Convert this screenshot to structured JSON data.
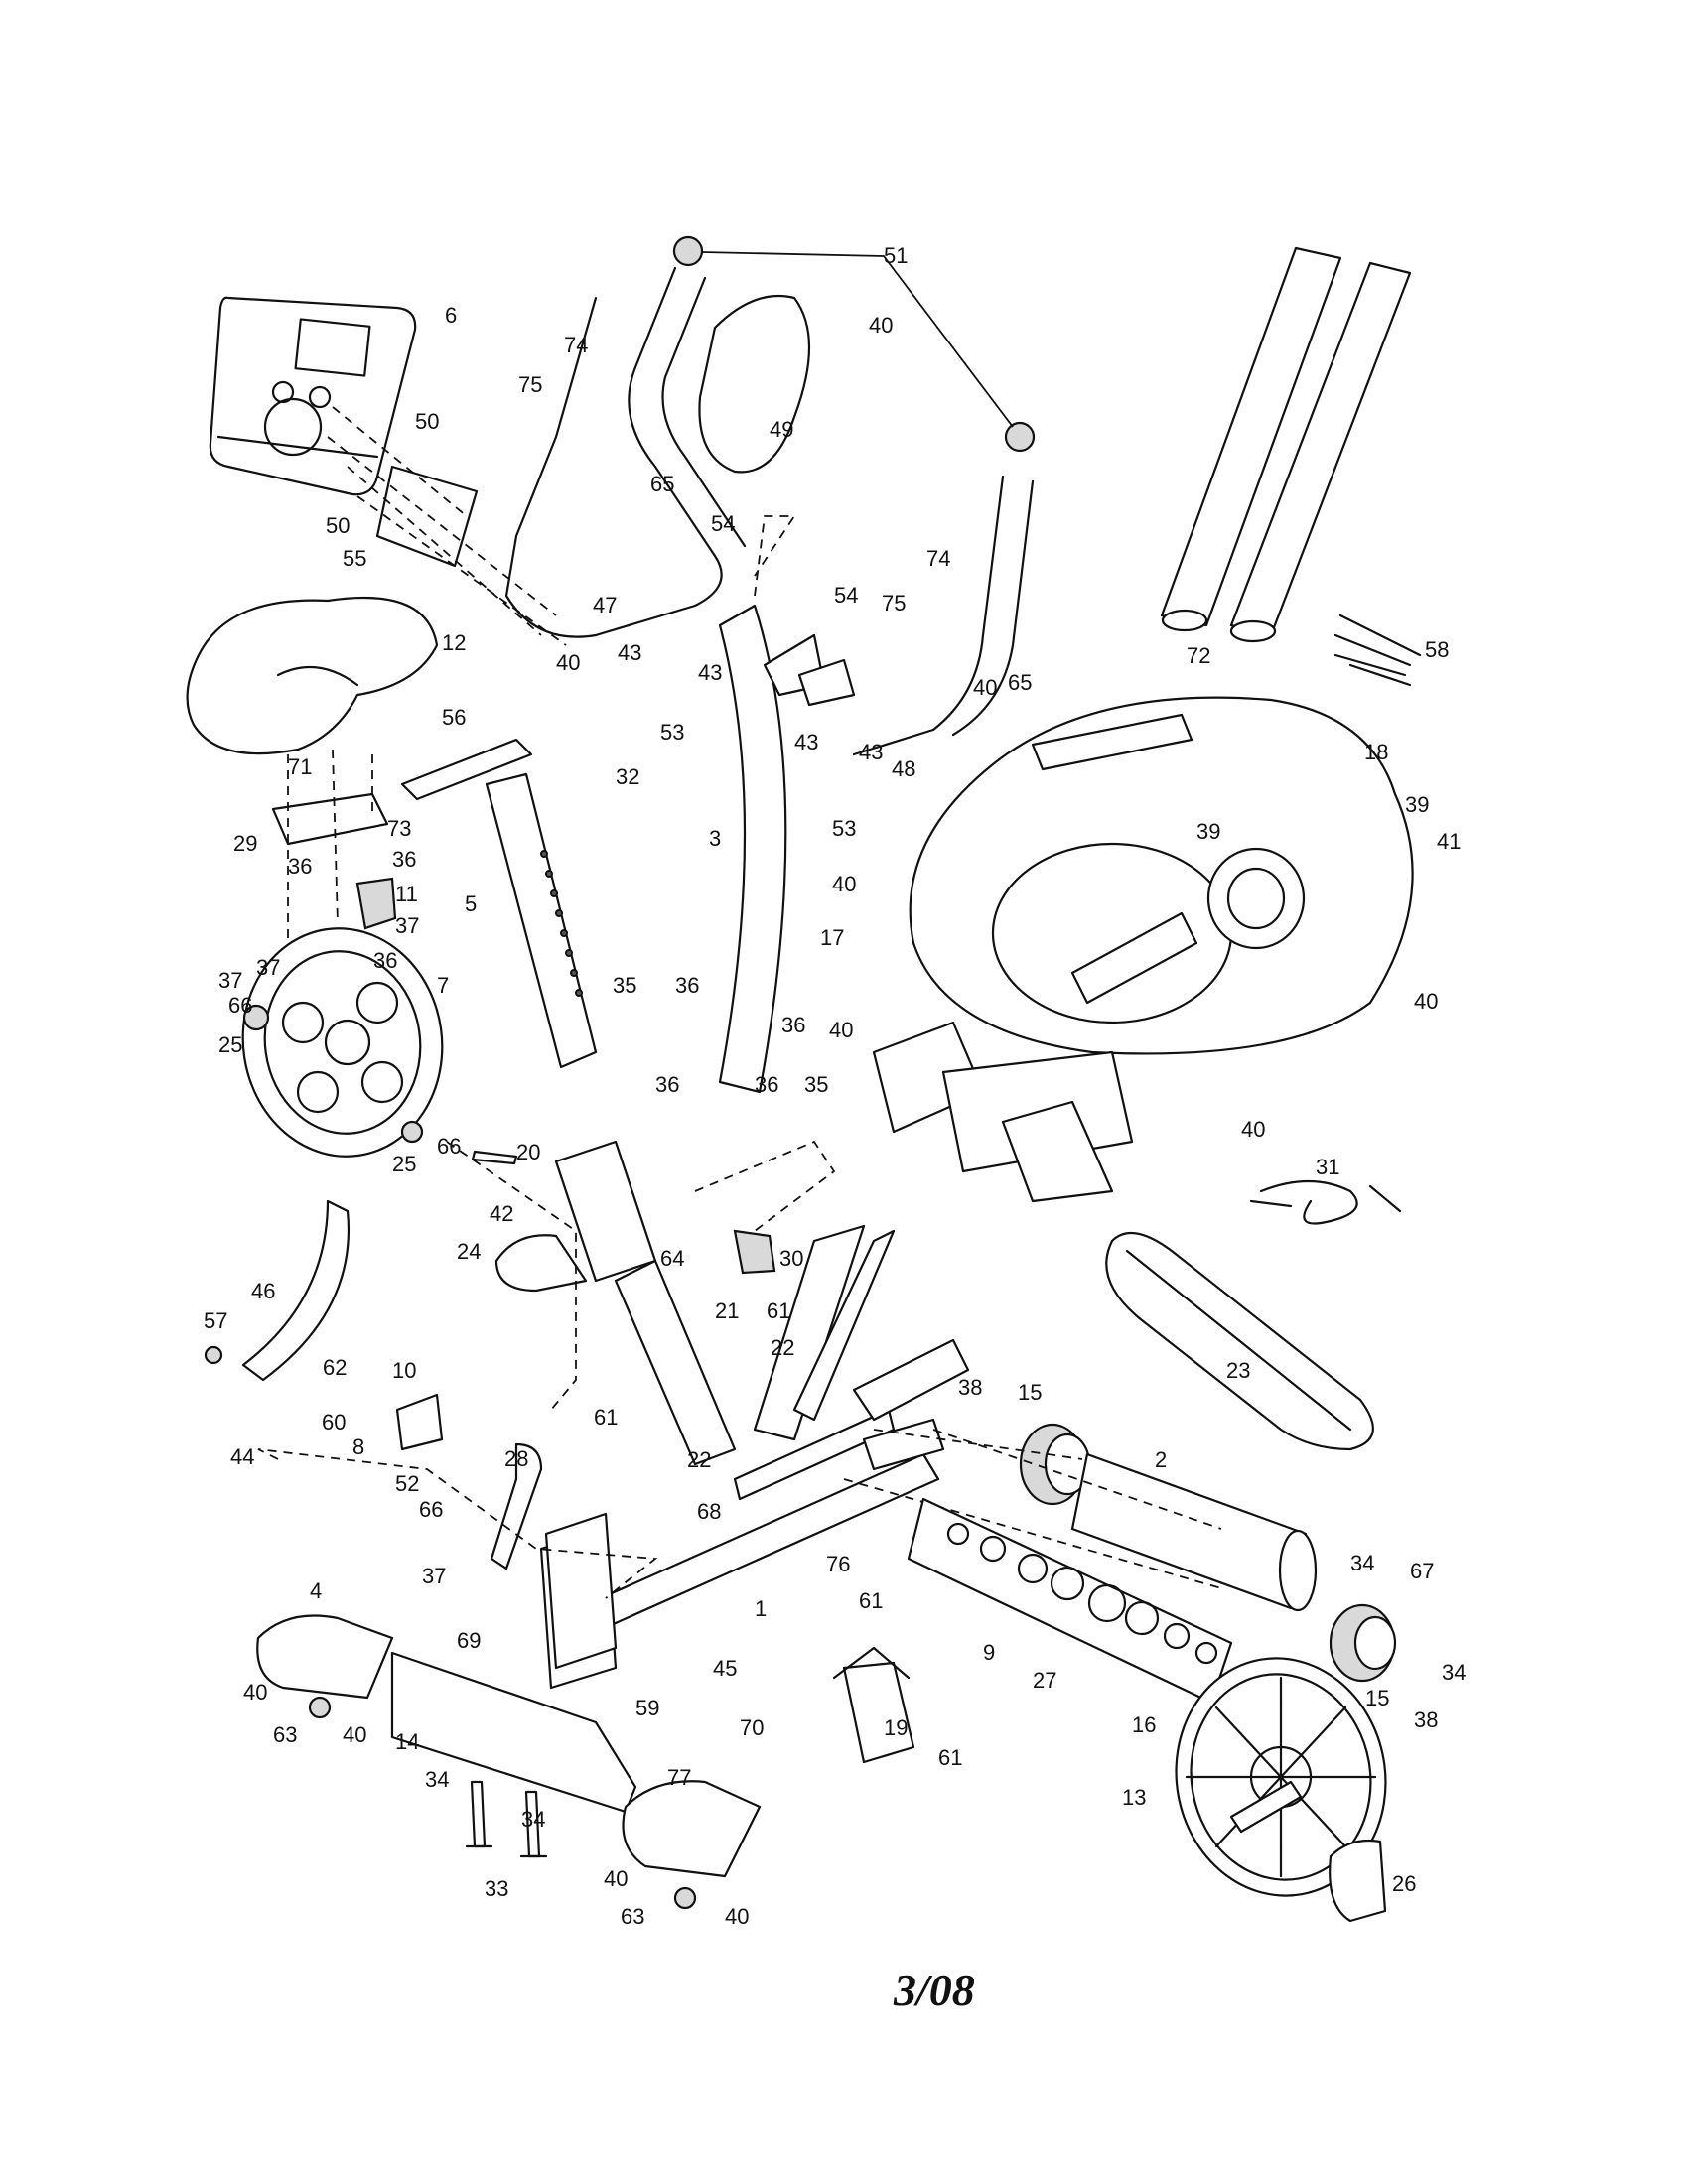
{
  "diagram": {
    "footer_date": "3/08",
    "callouts": [
      {
        "id": "c-51",
        "text": "51"
      },
      {
        "id": "c-40a",
        "text": "40"
      },
      {
        "id": "c-6",
        "text": "6"
      },
      {
        "id": "c-74a",
        "text": "74"
      },
      {
        "id": "c-75a",
        "text": "75"
      },
      {
        "id": "c-49",
        "text": "49"
      },
      {
        "id": "c-65a",
        "text": "65"
      },
      {
        "id": "c-50a",
        "text": "50"
      },
      {
        "id": "c-50b",
        "text": "50"
      },
      {
        "id": "c-55",
        "text": "55"
      },
      {
        "id": "c-54a",
        "text": "54"
      },
      {
        "id": "c-47",
        "text": "47"
      },
      {
        "id": "c-40b",
        "text": "40"
      },
      {
        "id": "c-74b",
        "text": "74"
      },
      {
        "id": "c-75b",
        "text": "75"
      },
      {
        "id": "c-54b",
        "text": "54"
      },
      {
        "id": "c-65b",
        "text": "65"
      },
      {
        "id": "c-40c",
        "text": "40"
      },
      {
        "id": "c-72",
        "text": "72"
      },
      {
        "id": "c-58",
        "text": "58"
      },
      {
        "id": "c-12",
        "text": "12"
      },
      {
        "id": "c-43a",
        "text": "43"
      },
      {
        "id": "c-43b",
        "text": "43"
      },
      {
        "id": "c-53a",
        "text": "53"
      },
      {
        "id": "c-43c",
        "text": "43"
      },
      {
        "id": "c-43d",
        "text": "43"
      },
      {
        "id": "c-48",
        "text": "48"
      },
      {
        "id": "c-53b",
        "text": "53"
      },
      {
        "id": "c-56",
        "text": "56"
      },
      {
        "id": "c-32",
        "text": "32"
      },
      {
        "id": "c-18",
        "text": "18"
      },
      {
        "id": "c-39a",
        "text": "39"
      },
      {
        "id": "c-39b",
        "text": "39"
      },
      {
        "id": "c-41",
        "text": "41"
      },
      {
        "id": "c-71",
        "text": "71"
      },
      {
        "id": "c-29",
        "text": "29"
      },
      {
        "id": "c-73",
        "text": "73"
      },
      {
        "id": "c-3",
        "text": "3"
      },
      {
        "id": "c-40d",
        "text": "40"
      },
      {
        "id": "c-36a",
        "text": "36"
      },
      {
        "id": "c-36b",
        "text": "36"
      },
      {
        "id": "c-11",
        "text": "11"
      },
      {
        "id": "c-5",
        "text": "5"
      },
      {
        "id": "c-37a",
        "text": "37"
      },
      {
        "id": "c-17",
        "text": "17"
      },
      {
        "id": "c-37b",
        "text": "37"
      },
      {
        "id": "c-36c",
        "text": "36"
      },
      {
        "id": "c-40e",
        "text": "40"
      },
      {
        "id": "c-37c",
        "text": "37"
      },
      {
        "id": "c-35a",
        "text": "35"
      },
      {
        "id": "c-36d",
        "text": "36"
      },
      {
        "id": "c-36e",
        "text": "36"
      },
      {
        "id": "c-66a",
        "text": "66"
      },
      {
        "id": "c-7",
        "text": "7"
      },
      {
        "id": "c-40f",
        "text": "40"
      },
      {
        "id": "c-25a",
        "text": "25"
      },
      {
        "id": "c-36f",
        "text": "36"
      },
      {
        "id": "c-36g",
        "text": "36"
      },
      {
        "id": "c-35b",
        "text": "35"
      },
      {
        "id": "c-40g",
        "text": "40"
      },
      {
        "id": "c-66b",
        "text": "66"
      },
      {
        "id": "c-25b",
        "text": "25"
      },
      {
        "id": "c-20",
        "text": "20"
      },
      {
        "id": "c-31",
        "text": "31"
      },
      {
        "id": "c-42",
        "text": "42"
      },
      {
        "id": "c-24",
        "text": "24"
      },
      {
        "id": "c-64",
        "text": "64"
      },
      {
        "id": "c-30",
        "text": "30"
      },
      {
        "id": "c-46",
        "text": "46"
      },
      {
        "id": "c-57",
        "text": "57"
      },
      {
        "id": "c-21",
        "text": "21"
      },
      {
        "id": "c-61a",
        "text": "61"
      },
      {
        "id": "c-22a",
        "text": "22"
      },
      {
        "id": "c-23",
        "text": "23"
      },
      {
        "id": "c-62",
        "text": "62"
      },
      {
        "id": "c-10",
        "text": "10"
      },
      {
        "id": "c-61b",
        "text": "61"
      },
      {
        "id": "c-60",
        "text": "60"
      },
      {
        "id": "c-38a",
        "text": "38"
      },
      {
        "id": "c-15a",
        "text": "15"
      },
      {
        "id": "c-44",
        "text": "44"
      },
      {
        "id": "c-8",
        "text": "8"
      },
      {
        "id": "c-28",
        "text": "28"
      },
      {
        "id": "c-22b",
        "text": "22"
      },
      {
        "id": "c-2",
        "text": "2"
      },
      {
        "id": "c-52",
        "text": "52"
      },
      {
        "id": "c-66c",
        "text": "66"
      },
      {
        "id": "c-68",
        "text": "68"
      },
      {
        "id": "c-76",
        "text": "76"
      },
      {
        "id": "c-34a",
        "text": "34"
      },
      {
        "id": "c-67",
        "text": "67"
      },
      {
        "id": "c-37d",
        "text": "37"
      },
      {
        "id": "c-1",
        "text": "1"
      },
      {
        "id": "c-4",
        "text": "4"
      },
      {
        "id": "c-61c",
        "text": "61"
      },
      {
        "id": "c-69",
        "text": "69"
      },
      {
        "id": "c-45",
        "text": "45"
      },
      {
        "id": "c-9",
        "text": "9"
      },
      {
        "id": "c-34b",
        "text": "34"
      },
      {
        "id": "c-27",
        "text": "27"
      },
      {
        "id": "c-15b",
        "text": "15"
      },
      {
        "id": "c-38b",
        "text": "38"
      },
      {
        "id": "c-40h",
        "text": "40"
      },
      {
        "id": "c-59",
        "text": "59"
      },
      {
        "id": "c-70",
        "text": "70"
      },
      {
        "id": "c-19",
        "text": "19"
      },
      {
        "id": "c-61d",
        "text": "61"
      },
      {
        "id": "c-63a",
        "text": "63"
      },
      {
        "id": "c-40i",
        "text": "40"
      },
      {
        "id": "c-14",
        "text": "14"
      },
      {
        "id": "c-16",
        "text": "16"
      },
      {
        "id": "c-34c",
        "text": "34"
      },
      {
        "id": "c-34d",
        "text": "34"
      },
      {
        "id": "c-13",
        "text": "13"
      },
      {
        "id": "c-77",
        "text": "77"
      },
      {
        "id": "c-33",
        "text": "33"
      },
      {
        "id": "c-40j",
        "text": "40"
      },
      {
        "id": "c-26",
        "text": "26"
      },
      {
        "id": "c-63b",
        "text": "63"
      },
      {
        "id": "c-40k",
        "text": "40"
      }
    ]
  }
}
